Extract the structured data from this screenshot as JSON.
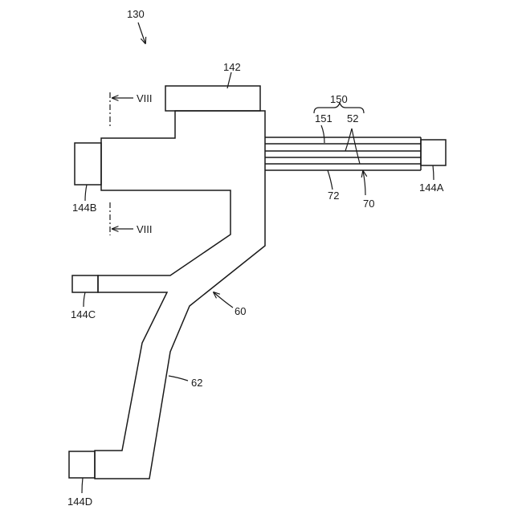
{
  "labels": {
    "assembly": "130",
    "connector_top": "142",
    "connector_a": "144A",
    "connector_b": "144B",
    "connector_c": "144C",
    "connector_d": "144D",
    "group_150": "150",
    "line_151": "151",
    "line_52": "52",
    "line_72": "72",
    "line_70": "70",
    "body_60": "60",
    "body_62": "62",
    "section_mark_top": "VIII",
    "section_mark_bottom": "VIII"
  }
}
